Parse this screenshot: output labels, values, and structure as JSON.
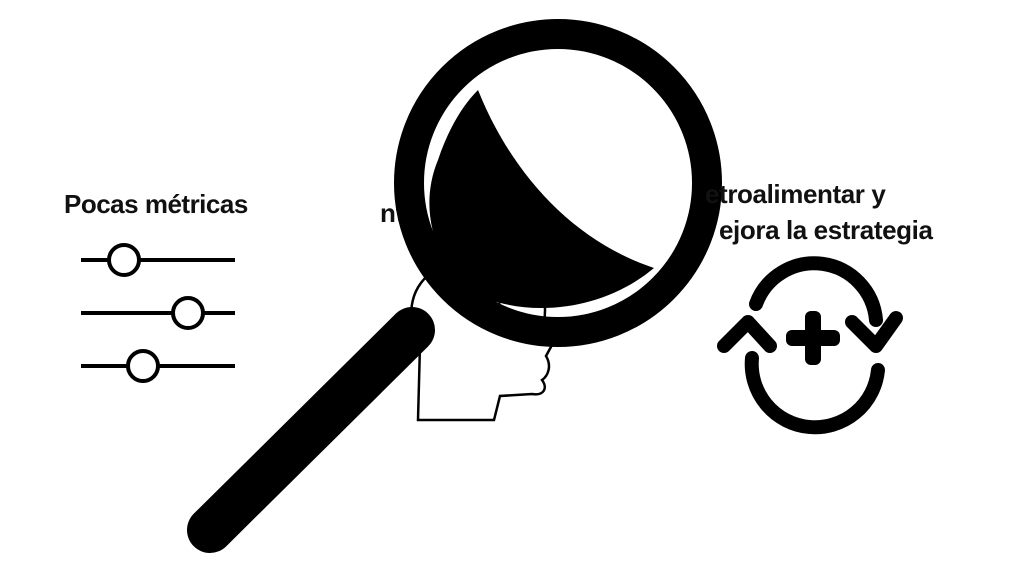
{
  "labels": {
    "few_metrics": "Pocas métricas",
    "head_fragment": "nt",
    "feedback_line1": "etroalimentar y",
    "feedback_line2": "ejora la estrategia"
  },
  "icons": {
    "sliders": "sliders-icon",
    "magnifier": "magnifying-glass-icon",
    "head": "head-gear-icon",
    "refresh": "refresh-plus-icon"
  },
  "colors": {
    "ink": "#000000",
    "background": "#ffffff"
  }
}
